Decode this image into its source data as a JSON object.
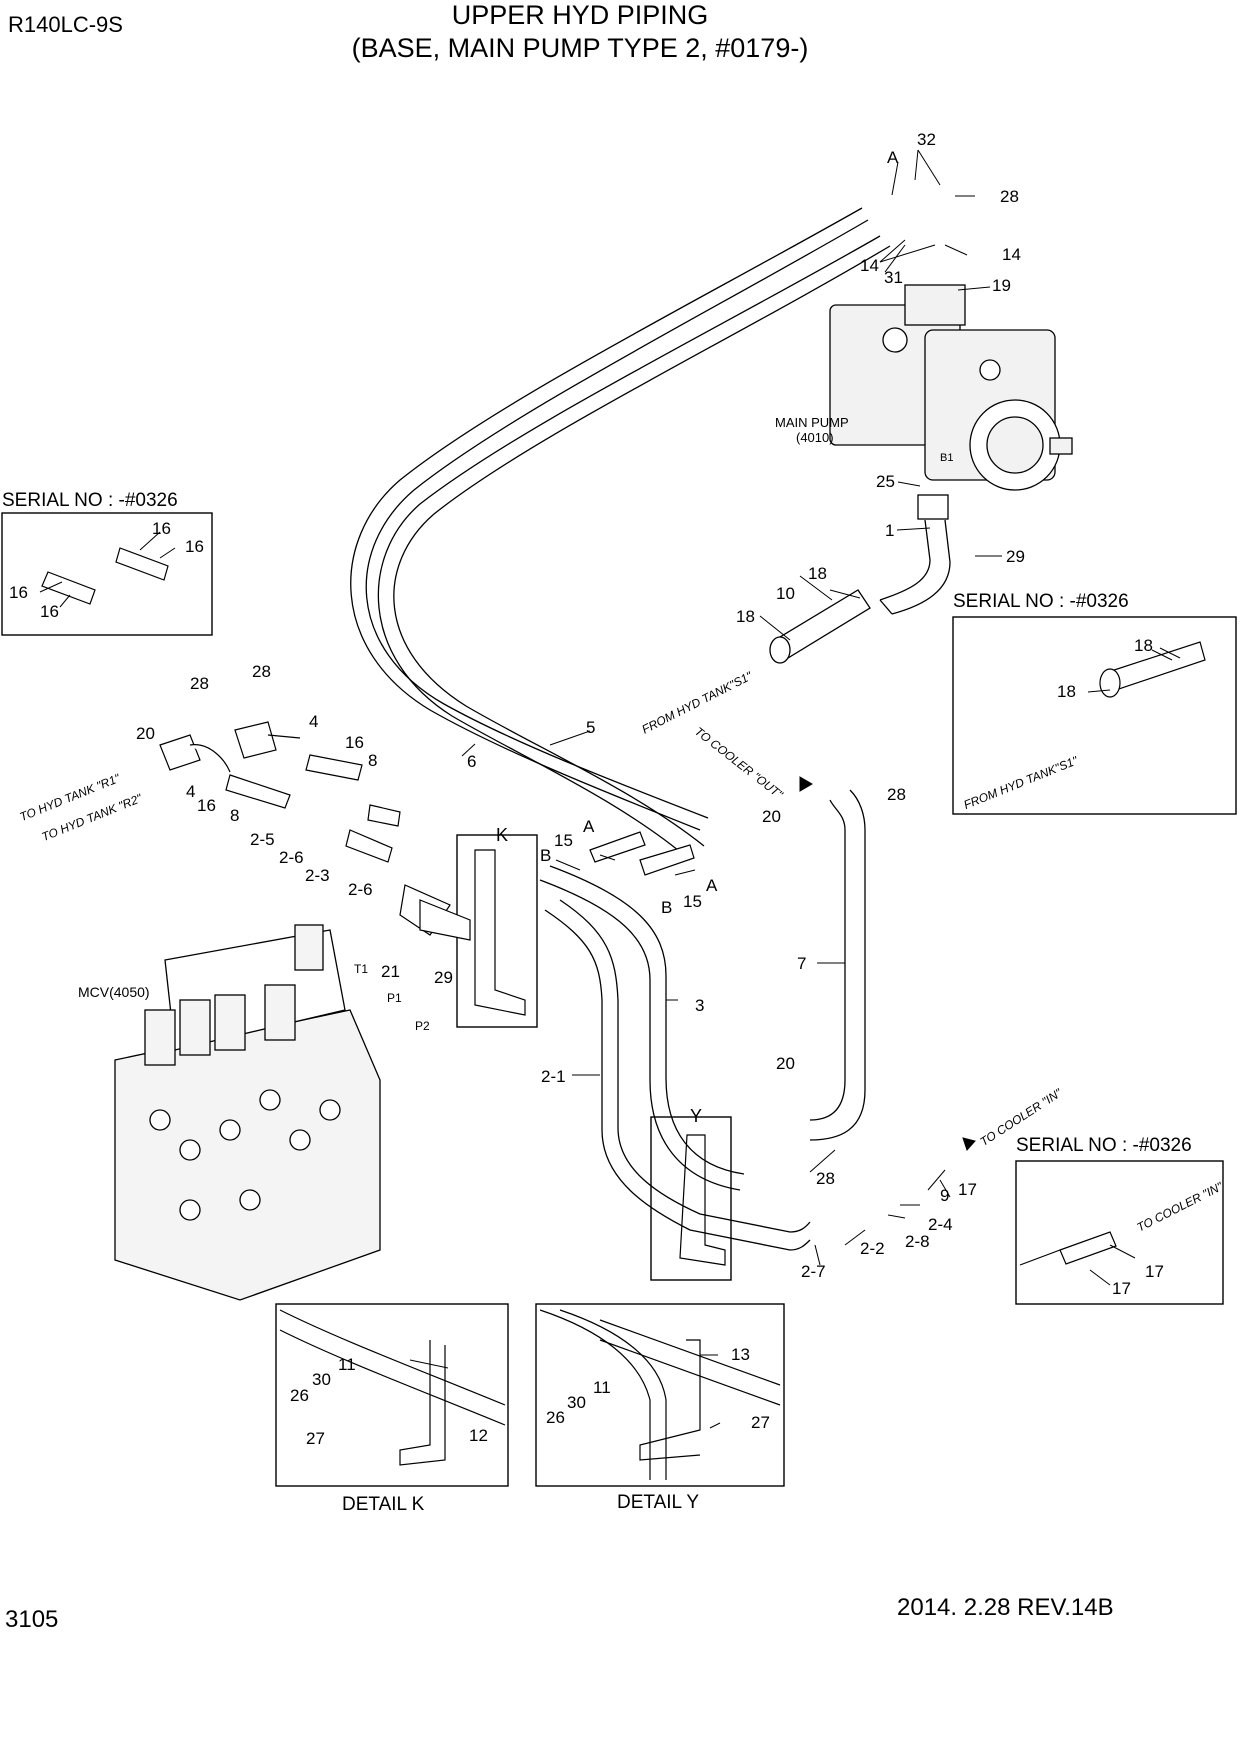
{
  "header": {
    "model": "R140LC-9S",
    "title_line1": "UPPER HYD PIPING",
    "title_line2": "(BASE, MAIN PUMP TYPE 2, #0179-)"
  },
  "footer": {
    "page_number": "3105",
    "revision": "2014. 2.28  REV.14B"
  },
  "serial_boxes": {
    "left": "SERIAL NO : -#0326",
    "right_top": "SERIAL NO : -#0326",
    "right_bottom": "SERIAL NO : -#0326"
  },
  "details": {
    "k_marker": "K",
    "y_marker": "Y",
    "k_label": "DETAIL K",
    "y_label": "DETAIL Y"
  },
  "component_labels": {
    "main_pump": "MAIN PUMP",
    "main_pump_code": "(4010)",
    "mcv": "MCV(4050)",
    "b1": "B1",
    "t1": "T1",
    "p1": "P1",
    "p2": "P2"
  },
  "flow_notes": {
    "tank_r1": "TO HYD TANK \"R1\"",
    "tank_r2": "TO HYD TANK \"R2\"",
    "from_tank_s1": "FROM HYD TANK\"S1\"",
    "from_tank_s1_box": "FROM HYD TANK\"S1\"",
    "cooler_out": "TO COOLER \"OUT\"",
    "cooler_in": "TO COOLER \"IN\"",
    "cooler_in_box": "TO COOLER \"IN\""
  },
  "callouts": {
    "c32": "32",
    "cA1": "A",
    "c28a": "28",
    "c14a": "14",
    "c14b": "14",
    "c31": "31",
    "c19": "19",
    "c25": "25",
    "c1": "1",
    "c29a": "29",
    "c18a": "18",
    "c18b": "18",
    "c10": "10",
    "c16a": "16",
    "c16b": "16",
    "c16c": "16",
    "c16d": "16",
    "c18c": "18",
    "c18d": "18",
    "c28b": "28",
    "c28c": "28",
    "c20a": "20",
    "c4a": "4",
    "c4b": "4",
    "c16e": "16",
    "c8a": "8",
    "c16f": "16",
    "c8b": "8",
    "c2_5": "2-5",
    "c2_6a": "2-6",
    "c2_3": "2-3",
    "c2_6b": "2-6",
    "c6": "6",
    "c5": "5",
    "cA2": "A",
    "c15a": "15",
    "cB1": "B",
    "cB2": "B",
    "c15b": "15",
    "cA3": "A",
    "c21": "21",
    "c29b": "29",
    "c3": "3",
    "c2_1": "2-1",
    "c20b": "20",
    "c28d": "28",
    "c7": "7",
    "c20c": "20",
    "c28e": "28",
    "c9": "9",
    "c17a": "17",
    "c2_4": "2-4",
    "c2_8": "2-8",
    "c2_2": "2-2",
    "c2_7": "2-7",
    "c17b": "17",
    "c17c": "17",
    "c11a": "11",
    "c30a": "30",
    "c26a": "26",
    "c27a": "27",
    "c12": "12",
    "c13": "13",
    "c11b": "11",
    "c30b": "30",
    "c26b": "26",
    "c27b": "27"
  }
}
